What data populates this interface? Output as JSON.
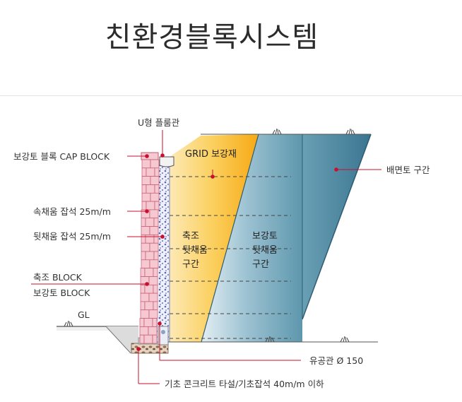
{
  "title": "친환경블록시스템",
  "labels": {
    "u_flume": "U형 플룸관",
    "cap_block": "보강토 블록 CAP BLOCK",
    "inner_fill": "속채움 잡석 25m/m",
    "back_fill": "뒷채움 잡석 25m/m",
    "facing_block": "축조 BLOCK",
    "reinforced_block": "보강토 BLOCK",
    "gl": "GL",
    "grid": "GRID 보강재",
    "front_soil": "배면토 구간",
    "pipe": "유공관 Ø 150",
    "foundation": "기초 콘크리트 타설/기초잡석 40m/m 이하"
  },
  "zones": {
    "build_zone": [
      "축조",
      "뒷채움",
      "구간"
    ],
    "reinforced_zone": [
      "보강토",
      "뒷채움",
      "구간"
    ]
  },
  "colors": {
    "leader": "#c8102e",
    "block_fill": "#f6c9d2",
    "block_stroke": "#c45a6e",
    "yellow": "#f9b11a",
    "blue": "#4f8ea6",
    "dark_blue": "#3b7690"
  }
}
